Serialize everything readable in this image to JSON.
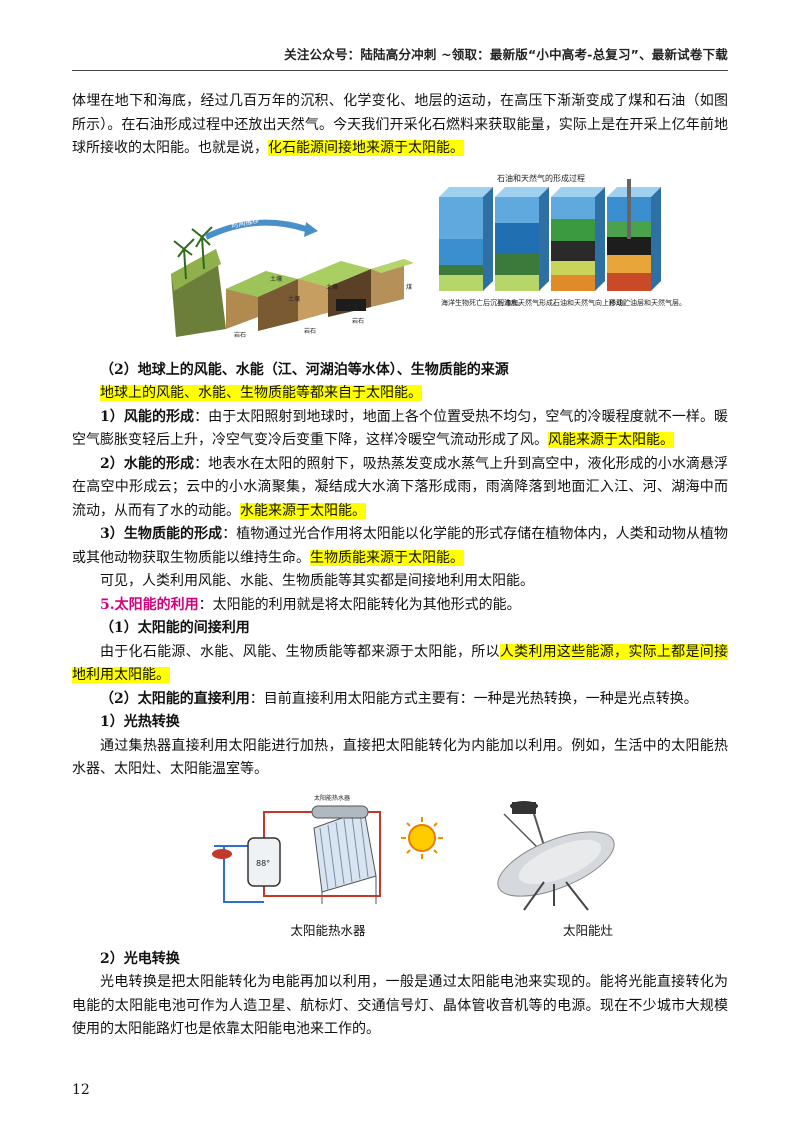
{
  "header": {
    "text": "关注公众号：陆陆高分冲刺 ~领取：最新版“小中高考-总复习”、最新试卷下载"
  },
  "para1": {
    "text": "体埋在地下和海底，经过几百万年的沉积、化学变化、地层的运动，在高压下渐渐变成了煤和石油（如图所示）。在石油形成过程中还放出天然气。今天我们开采化石燃料来获取能量，实际上是在开采上亿年前地球所接收的太阳能。也就是说，",
    "highlight": "化石能源间接地来源于太阳能。"
  },
  "fig_coal": {
    "labels": {
      "arrow": "时间推移",
      "soil1": "土壤",
      "soil2": "土壤",
      "soil3": "土壤",
      "soil4": "土壤",
      "rock1": "岩石",
      "rock2": "岩石",
      "rock3": "岩石",
      "coal": "煤"
    }
  },
  "fig_oil": {
    "title": "石油和天然气的形成过程",
    "captions": [
      "海洋生物死亡后沉到海底。",
      "石油和天然气形成。",
      "石油和天然气向上移动。",
      "形成贮油层和天然气层。"
    ]
  },
  "sec2": {
    "heading": "（2）地球上的风能、水能（江、河湖泊等水体）、生物质能的来源",
    "highlight_line": "地球上的风能、水能、生物质能等都来自于太阳能。"
  },
  "wind": {
    "label": "1）风能的形成",
    "text": "：由于太阳照射到地球时，地面上各个位置受热不均匀，空气的冷暖程度就不一样。暖空气膨胀变轻后上升，冷空气变冷后变重下降，这样冷暖空气流动形成了风。",
    "highlight": "风能来源于太阳能。"
  },
  "water": {
    "label": "2）水能的形成",
    "text": "：地表水在太阳的照射下，吸热蒸发变成水蒸气上升到高空中，液化形成的小水滴悬浮在高空中形成云；云中的小水滴聚集，凝结成大水滴下落形成雨，雨滴降落到地面汇入江、河、湖海中而流动，从而有了水的动能。",
    "highlight": "水能来源于太阳能。"
  },
  "bio": {
    "label": "3）生物质能的形成",
    "text": "：植物通过光合作用将太阳能以化学能的形式存储在植物体内，人类和动物从植物或其他动物获取生物质能以维持生命。",
    "highlight": "生物质能来源于太阳能。"
  },
  "summary": {
    "text": "可见，人类利用风能、水能、生物质能等其实都是间接地利用太阳能。"
  },
  "sec5": {
    "label": "5.太阳能的利用",
    "text": "：太阳能的利用就是将太阳能转化为其他形式的能。"
  },
  "indirect": {
    "heading": "（1）太阳能的间接利用",
    "text": "由于化石能源、水能、风能、生物质能等都来源于太阳能，所以",
    "highlight": "人类利用这些能源，实际上都是间接地利用太阳能。"
  },
  "direct": {
    "label": "（2）太阳能的直接利用",
    "text": "：目前直接利用太阳能方式主要有：一种是光热转换，一种是光点转换。"
  },
  "thermal": {
    "heading": "1）光热转换",
    "text": "通过集热器直接利用太阳能进行加热，直接把太阳能转化为内能加以利用。例如，生活中的太阳能热水器、太阳灶、太阳能温室等。"
  },
  "fig_heater": {
    "caption": "太阳能热水器",
    "tank_label": "太阳能热水器",
    "dial": "88°"
  },
  "fig_cooker": {
    "caption": "太阳能灶"
  },
  "pv": {
    "heading": "2）光电转换",
    "text": "光电转换是把太阳能转化为电能再加以利用，一般是通过太阳能电池来实现的。能将光能直接转化为电能的太阳能电池可作为人造卫星、航标灯、交通信号灯、晶体管收音机等的电源。现在不少城市大规模使用的太阳能路灯也是依靠太阳能电池来工作的。"
  },
  "page_number": "12",
  "colors": {
    "highlight": "#ffff00",
    "section_accent": "#d6007f"
  }
}
